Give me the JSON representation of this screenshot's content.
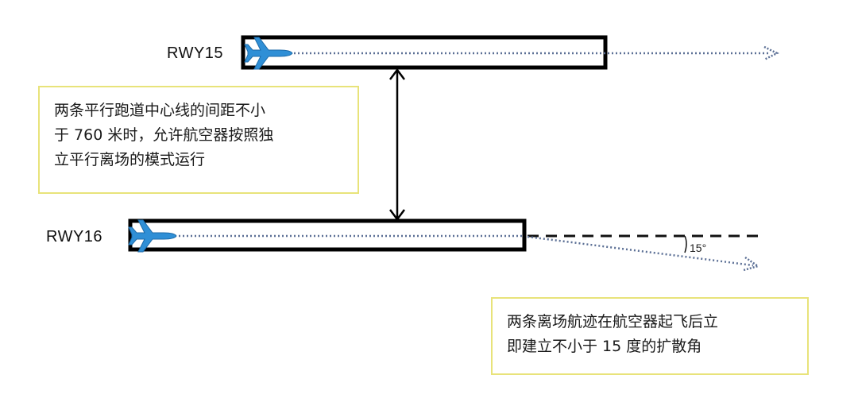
{
  "runways": [
    {
      "label": "RWY15"
    },
    {
      "label": "RWY16"
    }
  ],
  "notes": [
    {
      "lines": [
        "两条平行跑道中心线的间距不小",
        "于 760 米时，允许航空器按照独",
        "立平行离场的模式运行"
      ]
    },
    {
      "lines": [
        "两条离场航迹在航空器起飞后立",
        "即建立不小于 15 度的扩散角"
      ]
    }
  ],
  "angle": {
    "label": "15°"
  },
  "colors": {
    "runway_outline": "#000000",
    "track_dotted": "#5b6f95",
    "aircraft": "#2f8fd6",
    "note_border": "#e8e37a",
    "extended_centerline": "#111111"
  },
  "icons": {
    "aircraft": "airplane-icon"
  }
}
